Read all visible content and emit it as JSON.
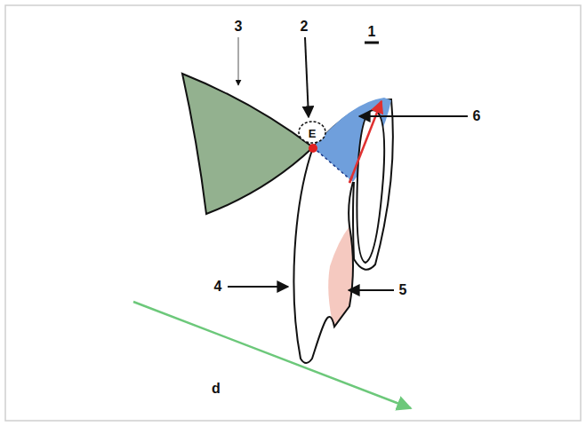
{
  "diagram": {
    "labels": [
      "3",
      "2",
      "1",
      "E",
      "6",
      "4",
      "5",
      "d"
    ]
  }
}
